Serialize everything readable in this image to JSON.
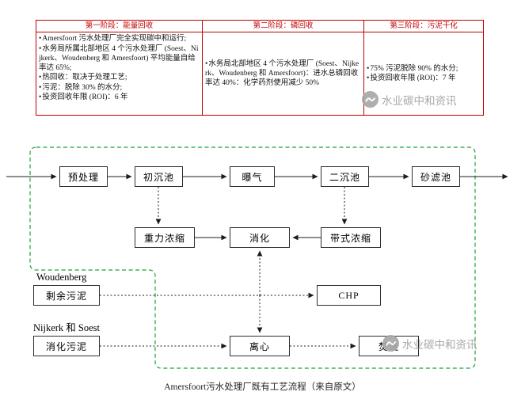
{
  "colors": {
    "table_border": "#c00000",
    "table_header_text": "#c00000",
    "diagram_border_green": "#3eb254",
    "watermark_gray": "#a0a0a0"
  },
  "table": {
    "headers": [
      "第一阶段：能量回收",
      "第二阶段：磷回收",
      "第三阶段：污泥干化"
    ],
    "stage1_items": [
      "Amersfoort 污水处理厂完全实现碳中和运行;",
      "水务局所属北部地区 4 个污水处理厂 (Soest、Nijkerk、Woudenberg 和 Amersfoort) 平均能量自给率达 65%;",
      "热回收：取决于处理工艺;",
      "污泥：脱除 30% 的水分;",
      "投资回收年限 (ROI)：6 年"
    ],
    "stage2_items": [
      "水务局北部地区 4 个污水处理厂 (Soest、Nijkerk、Woudenberg 和 Amersfoort)：进水总磷回收率达 40%：化学药剂使用减少 50%"
    ],
    "stage3_items": [
      "75% 污泥脱除 90% 的水分;",
      "投资回收年限 (ROI)：7 年"
    ]
  },
  "diagram": {
    "boxes": {
      "pretreatment": "预处理",
      "primary_clarifier": "初沉池",
      "aeration": "曝气",
      "secondary_clarifier": "二沉池",
      "sand_filter": "砂滤池",
      "gravity_thickening": "重力浓缩",
      "digestion": "消化",
      "belt_thickening": "带式浓缩",
      "chp": "CHP",
      "centrifuge": "离心",
      "incineration": "焚烧",
      "excess_sludge": "剩余污泥",
      "digested_sludge": "消化污泥"
    },
    "labels": {
      "woudenberg": "Woudenberg",
      "nijkerk_soest": "Nijkerk 和 Soest"
    },
    "caption": "Amersfoort污水处理厂既有工艺流程（来自原文）"
  },
  "watermark": {
    "text": "水业碳中和资讯"
  }
}
